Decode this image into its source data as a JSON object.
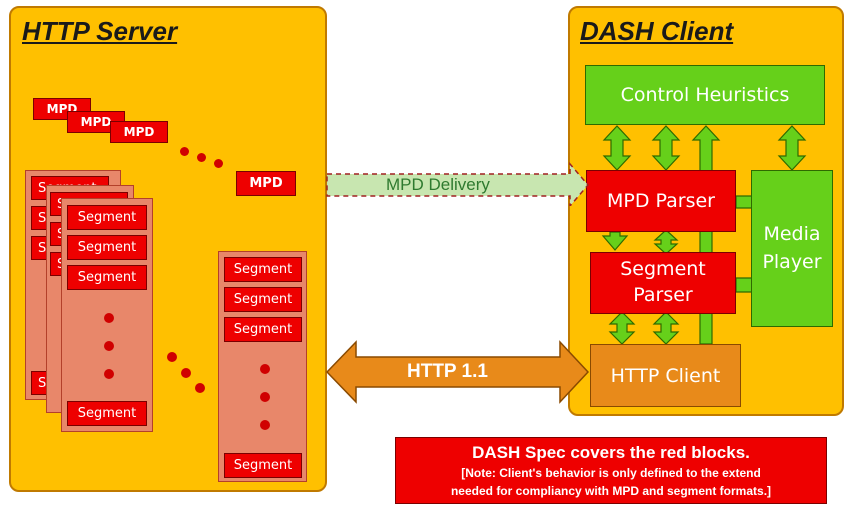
{
  "server": {
    "title": "HTTP Server",
    "mpd_label": "MPD",
    "segment_label": "Segment"
  },
  "client": {
    "title": "DASH Client",
    "control_heuristics": "Control Heuristics",
    "mpd_parser": "MPD Parser",
    "segment_parser_line1": "Segment",
    "segment_parser_line2": "Parser",
    "media_player_line1": "Media",
    "media_player_line2": "Player",
    "http_client": "HTTP Client"
  },
  "links": {
    "mpd_delivery": "MPD Delivery",
    "http": "HTTP 1.1"
  },
  "note": {
    "headline": "DASH Spec covers the red blocks.",
    "detail_line1": "[Note: Client's behavior is only defined to the extend",
    "detail_line2": "needed for compliancy with MPD and segment formats.]"
  },
  "colors": {
    "panel": "#ffc000",
    "red_block": "#ee0000",
    "green_block": "#66d01a",
    "http_client": "#e88a1a",
    "mpd_delivery_arrow": "#c8e6b0",
    "http_arrow": "#e88a1a"
  }
}
